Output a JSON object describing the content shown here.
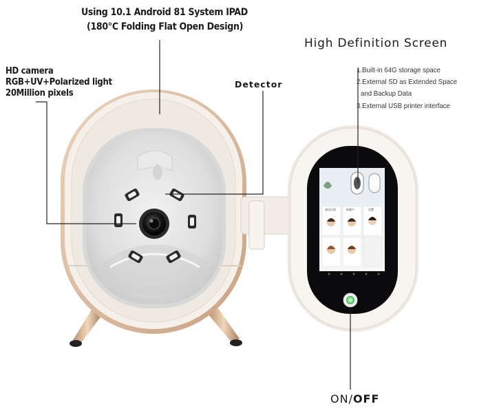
{
  "callouts": {
    "system": {
      "line1": "Using 10.1 Android 81 System IPAD",
      "line2": "(180℃ Folding Flat Open Design)"
    },
    "camera": {
      "line1": "HD camera",
      "line2": "RGB+UV+Polarized light",
      "line3": "20Million pixels"
    },
    "detector": "Detector",
    "screen_title": "High Definition Screen",
    "specs": [
      "1.Built-in 64G storage space",
      "2.External SD as Extended Space",
      "and Backup Data",
      "3.External USB printer interface"
    ],
    "power": {
      "on": "ON/",
      "off": "OFF"
    }
  },
  "screen": {
    "row_labels": [
      "测试记录",
      "新客户",
      "设置"
    ]
  },
  "colors": {
    "shell": "#f4efe8",
    "rose_gold": "#d8b89a",
    "inner": "#e6e6e6",
    "screen_bezel": "#0b0b0d",
    "power_led": "#7be08c"
  }
}
